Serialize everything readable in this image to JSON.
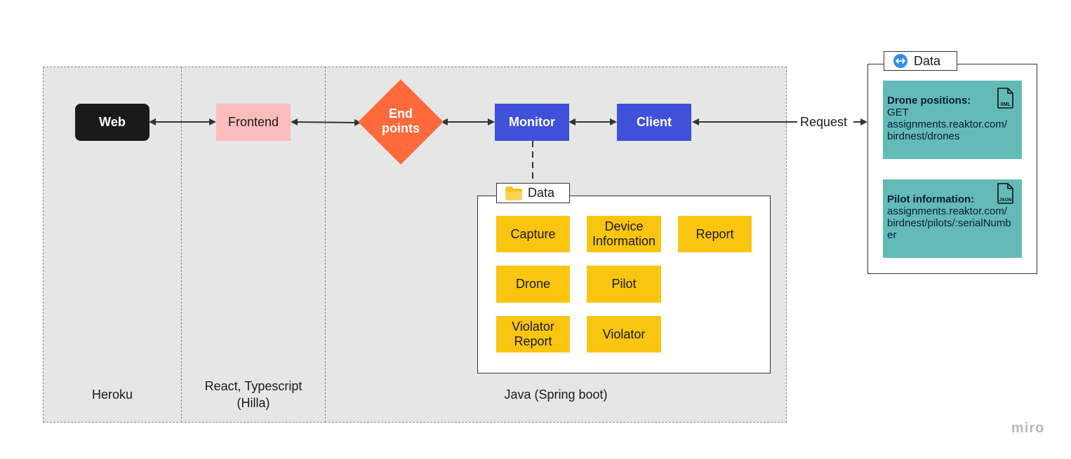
{
  "zones": {
    "heroku_label": "Heroku",
    "react_label_line1": "React, Typescript",
    "react_label_line2": "(Hilla)",
    "java_label": "Java (Spring boot)"
  },
  "nodes": {
    "web": "Web",
    "frontend": "Frontend",
    "endpoints_line1": "End",
    "endpoints_line2": "points",
    "monitor": "Monitor",
    "client": "Client",
    "request": "Request"
  },
  "data_frame": {
    "title": "Data",
    "entities": [
      "Capture",
      "Device Information",
      "Report",
      "Drone",
      "Pilot",
      "Violator Report",
      "Violator"
    ]
  },
  "external": {
    "title": "Data",
    "drone": {
      "title": "Drone positions:",
      "line1": "GET",
      "line2": "assignments.reaktor.com/",
      "line3": "birdnest/drones",
      "file_type": "XML"
    },
    "pilot": {
      "title": "Pilot information:",
      "line1": "assignments.reaktor.com/",
      "line2": "birdnest/pilots/:serialNumb",
      "line3": "er",
      "file_type": "JSON"
    }
  },
  "brand": "miro",
  "colors": {
    "web": "#1a1a1a",
    "frontend": "#fbbcbc",
    "endpoints": "#ff6a3d",
    "blue_node": "#3f51d8",
    "sticky": "#f9c510",
    "card": "#63bbb7",
    "zone": "#e6e6e6"
  }
}
